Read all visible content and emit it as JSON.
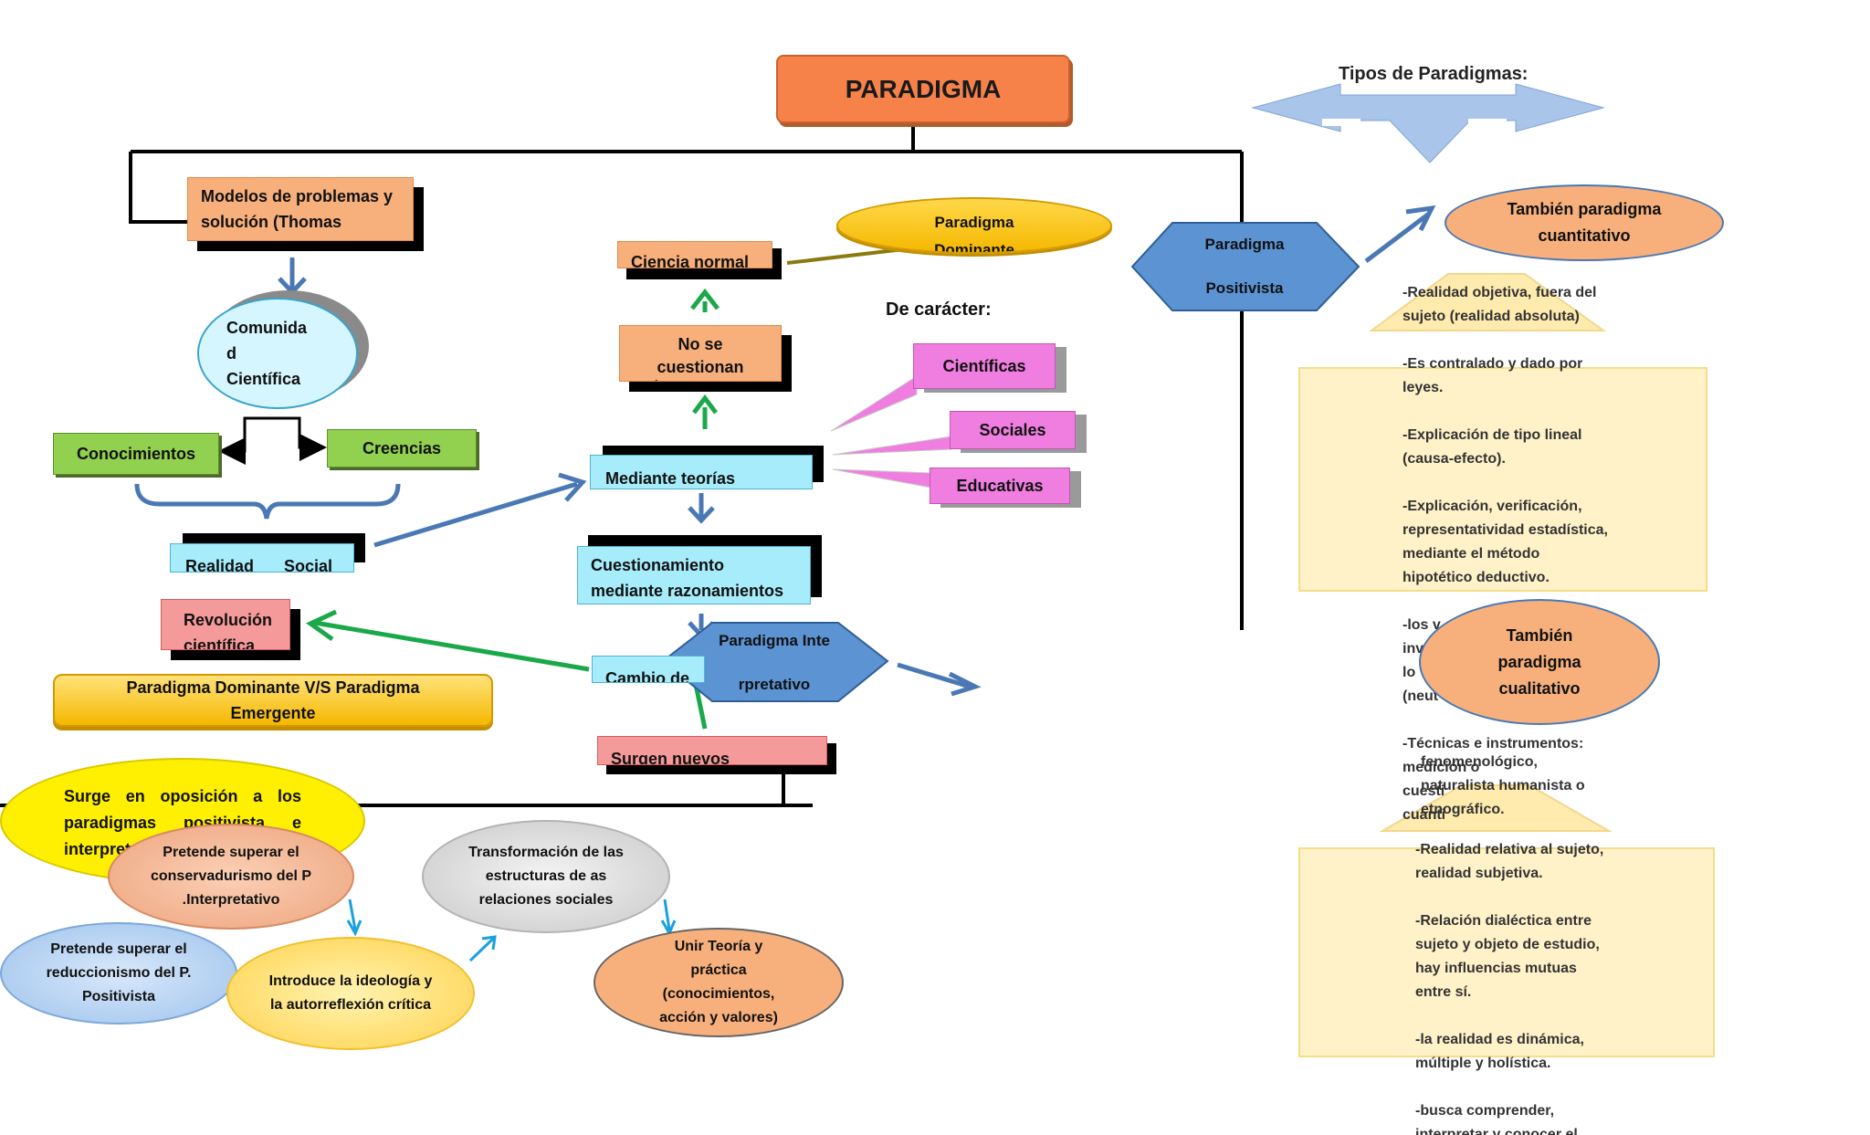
{
  "title": "PARADIGMA",
  "tipos_title": "Tipos de Paradigmas:",
  "left": {
    "modelos": "Modelos de problemas y solución (Thomas",
    "comunidad": "Comunida d Científica",
    "conocimientos": "Conocimientos",
    "creencias": "Creencias",
    "realidad": "Realidad Social",
    "revolucion": "Revolución científica",
    "dominante_vs": "Paradigma Dominante V/S Paradigma Emergente",
    "surge": "Surge en oposición a los paradigmas positivista e interpretativo"
  },
  "center": {
    "ciencia_normal": "Ciencia normal",
    "dominante": "Paradigma Dominante",
    "no_cuestionan": "No se cuestionan (Única verdad)",
    "de_caracter": "De carácter:",
    "cientificas": "Científicas",
    "sociales": "Sociales",
    "educativas": "Educativas",
    "mediante": "Mediante teorías",
    "cuestionamiento": "Cuestionamiento mediante razonamientos",
    "cambio": "Cambio de",
    "interpretativo": "Paradigma Interpretativo",
    "surgen": "Surgen nuevos"
  },
  "right": {
    "positivista": "Paradigma Positivista",
    "cuantitativo": "También paradigma cuantitativo",
    "cualitativo": "También paradigma cualitativo",
    "pos_text": "-Realidad objetiva, fuera del sujeto (realidad absoluta)\n\n-Es contralado y dado por leyes.\n\n-Explicación de tipo lineal (causa-efecto).\n\n-Explicación, verificación, representatividad estadística, mediante el método hipotético deductivo.\n\n-los v\ninv\nlo\n(neut\n\n-Técnicas e instrumentos: medición o\ncuesti\ncuanti",
    "tec_overlay": "fenomenológico,\nnaturalista humanista o\netnográfico.",
    "int_text": "-Realidad relativa al sujeto, realidad subjetiva.\n\n-Relación dialéctica entre sujeto y objeto de estudio, hay influencias mutuas entre sí.\n\n-la realidad es dinámica, múltiple y holística.\n\n-busca comprender, interpretar y conocer el"
  },
  "critico": {
    "superar_conserv": "Pretende superar el conservadurismo del P .Interpretativo",
    "superar_reduc": "Pretende superar el reduccionismo del P. Positivista",
    "introduce": "Introduce la ideología y la autorreflexión crítica",
    "transformacion": "Transformación de las estructuras de as relaciones sociales",
    "unir": "Unir Teoría y práctica (conocimientos, acción y valores)"
  }
}
